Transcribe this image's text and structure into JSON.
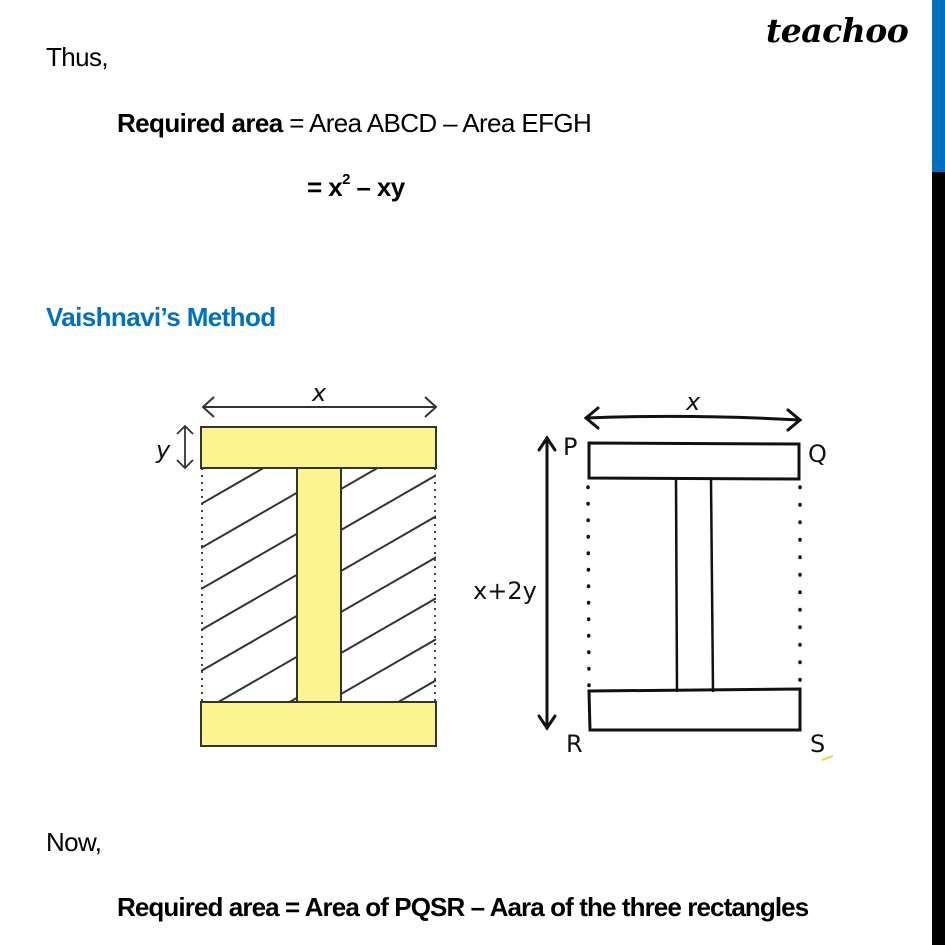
{
  "logo": {
    "text": "teachoo"
  },
  "side_bar": {
    "accent_color": "#0070C0",
    "base_color": "#000000"
  },
  "content": {
    "thus": "Thus,",
    "equation1": {
      "label": "Required area",
      "rhs": " = Area ABCD – Area EFGH",
      "result_prefix": "= x",
      "result_sup": "2",
      "result_suffix": " – xy"
    },
    "heading": "Vaishnavi’s Method",
    "now": "Now,",
    "equation2": "Required area = Area of PQSR – Aara of the three rectangles"
  },
  "figure_left": {
    "label_x": "x",
    "label_y": "y",
    "fill_color": "#FCF48E"
  },
  "figure_right": {
    "label_x": "x",
    "label_height": "x+2y",
    "corner_p": "P",
    "corner_q": "Q",
    "corner_r": "R",
    "corner_s": "S"
  }
}
